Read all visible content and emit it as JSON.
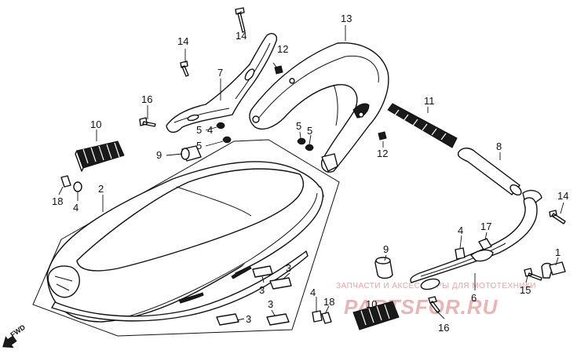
{
  "labels": {
    "n1": "1",
    "n2": "2",
    "n3a": "3",
    "n3b": "3",
    "n3c": "3",
    "n3d": "3",
    "n4a": "4",
    "n4b": "4",
    "n4c": "4",
    "n4d": "4",
    "n5a": "5",
    "n5b": "5",
    "n5c": "5",
    "n5d": "5",
    "n6": "6",
    "n7": "7",
    "n8": "8",
    "n9a": "9",
    "n9b": "9",
    "n10a": "10",
    "n10b": "10",
    "n11": "11",
    "n12a": "12",
    "n12b": "12",
    "n13": "13",
    "n14a": "14",
    "n14b": "14",
    "n14c": "14",
    "n15": "15",
    "n16a": "16",
    "n16b": "16",
    "n17": "17",
    "n18a": "18",
    "n18b": "18"
  },
  "direction_marker": "FWD",
  "watermark": {
    "top_text": "ЗАПЧАСТИ И АКСЕССУАРЫ ДЛЯ МОТОТЕХНИКИ",
    "main_text": "PARTSFOR.RU"
  }
}
